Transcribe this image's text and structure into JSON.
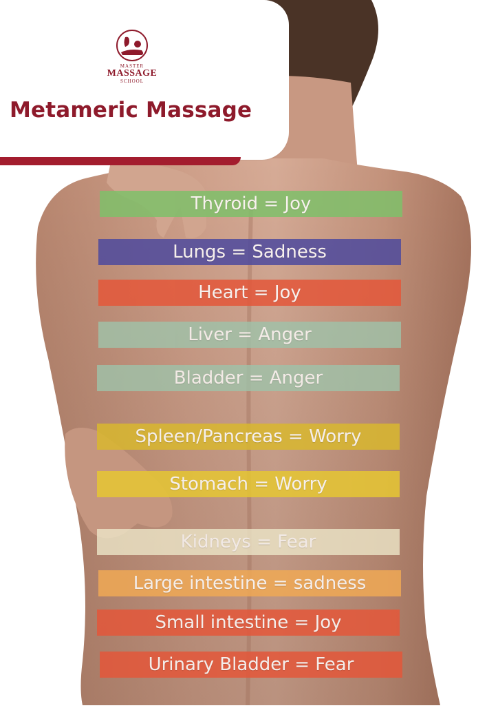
{
  "header": {
    "logo_line1": "MASTER",
    "logo_line2": "MASSAGE",
    "logo_line3": "SCHOOL",
    "title": "Metameric Massage"
  },
  "colors": {
    "brand": "#a31d2e",
    "title": "#8e1a2b"
  },
  "bands": [
    {
      "label": "Thyroid = Joy",
      "color": "#7fc06a"
    },
    {
      "label": "Lungs = Sadness",
      "color": "#4e4a9e"
    },
    {
      "label": "Heart = Joy",
      "color": "#e4573a"
    },
    {
      "label": "Liver = Anger",
      "color": "#9fc3aa"
    },
    {
      "label": "Bladder = Anger",
      "color": "#9fc3aa"
    },
    {
      "label": "Spleen/Pancreas = Worry",
      "color": "#d9b82f"
    },
    {
      "label": "Stomach = Worry",
      "color": "#e6c733"
    },
    {
      "label": "Kidneys = Fear",
      "color": "#ece6c8"
    },
    {
      "label": "Large intestine = sadness",
      "color": "#f0a955"
    },
    {
      "label": "Small intestine = Joy",
      "color": "#e4573a"
    },
    {
      "label": "Urinary Bladder = Fear",
      "color": "#e4573a"
    }
  ]
}
